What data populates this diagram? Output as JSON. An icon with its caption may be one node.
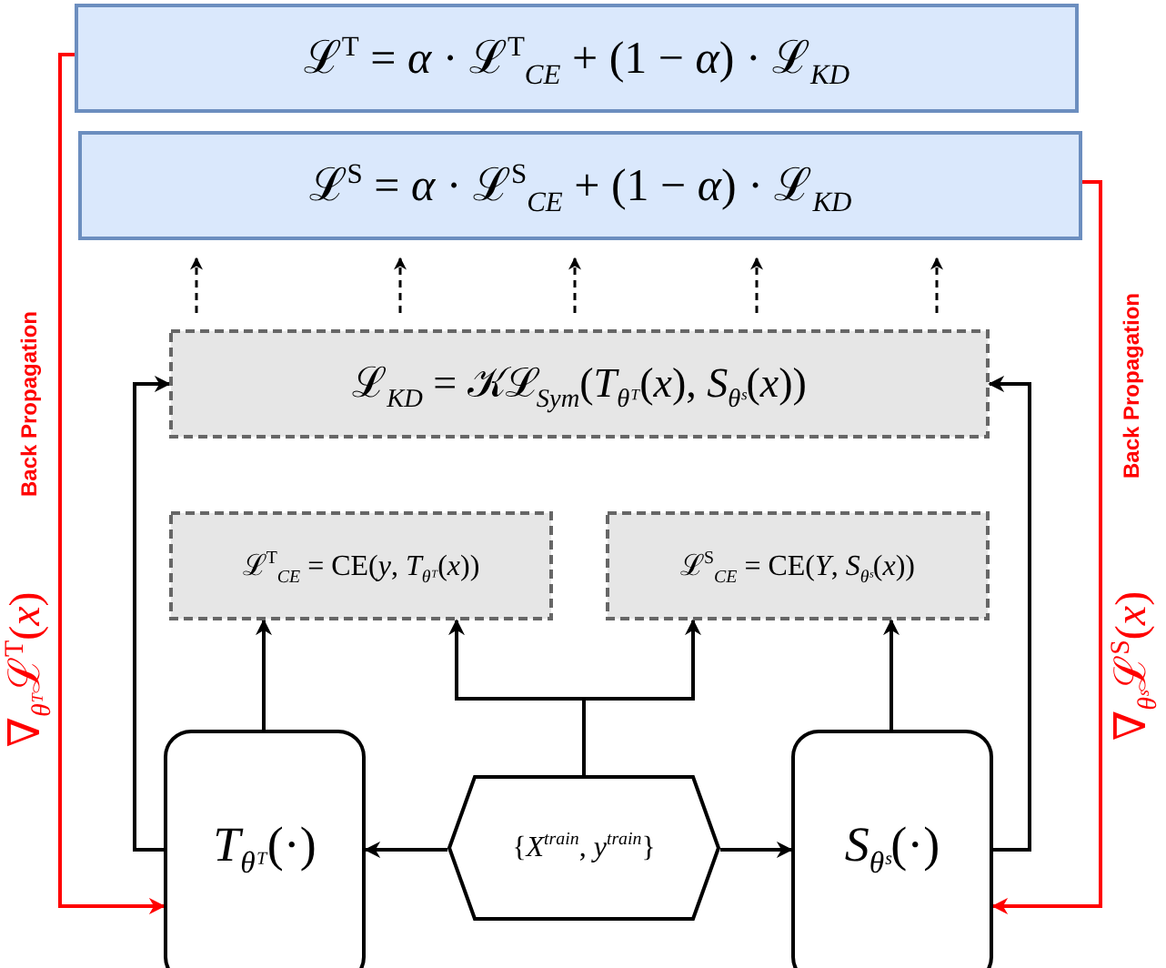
{
  "diagram": {
    "nodes": [
      {
        "text": [
          "ℒ$^{T}$ = *α* · ℒ$^{T}$$_{CE}$ + (1 − *α*) · ℒ$_{KD}$"
        ]
      },
      {
        "text": [
          "ℒ$^{S}$ = *α* · ℒ$^{S}$$_{CE}$ + (1 − *α*) · ℒ$_{KD}$"
        ]
      },
      {
        "text": [
          "ℒ$_{KD}$ = 𝒦ℒ$_{Sym}$(*T*$_{θᵀ}$(*x*), *S*$_{θˢ}$(*x*))"
        ]
      },
      {
        "text": [
          "ℒ$^{T}$$_{CE}$ = CE(*y*, *T*$_{θᵀ}$(*x*))"
        ]
      },
      {
        "text": [
          "ℒ$^{S}$$_{CE}$ = CE(*Y*, *S*$_{θˢ}$(*x*))"
        ]
      },
      {
        "text": [
          "*T*$_{θᵀ}$(·)"
        ]
      },
      {
        "text": [
          "{*X*$^{train}$, *y*$^{train}$}"
        ]
      },
      {
        "text": [
          "*S*$_{θˢ}$(·)"
        ]
      }
    ],
    "edges": [
      {
        "from": 5,
        "to": 2,
        "arrow": "to"
      },
      {
        "from": 7,
        "to": 2,
        "arrow": "to"
      },
      {
        "from": 5,
        "to": 3,
        "arrow": "to"
      },
      {
        "from": 6,
        "to": 3,
        "arrow": "to"
      },
      {
        "from": 6,
        "to": 4,
        "arrow": "to"
      },
      {
        "from": 7,
        "to": 4,
        "arrow": "to"
      },
      {
        "from": 6,
        "to": 5,
        "arrow": "to"
      },
      {
        "from": 6,
        "to": 7,
        "arrow": "to"
      },
      {
        "from": 0,
        "to": 5,
        "arrow": "to",
        "color": "#ff0000"
      },
      {
        "from": 1,
        "to": 7,
        "arrow": "to",
        "color": "#ff0000"
      },
      {
        "from": 2,
        "to": 1,
        "arrow": "to",
        "style": "dashed"
      },
      {
        "from": 2,
        "to": 1,
        "arrow": "to",
        "style": "dashed"
      },
      {
        "from": 2,
        "to": 1,
        "arrow": "to",
        "style": "dashed"
      },
      {
        "from": 2,
        "to": 1,
        "arrow": "to",
        "style": "dashed"
      },
      {
        "from": 2,
        "to": 1,
        "arrow": "to",
        "style": "dashed"
      }
    ],
    "labels": [
      "Back Propagation",
      "∇$_{θᵀ}$ℒ$^{T}$(*x*)",
      "Back Propagation",
      "∇$_{θˢ}$ℒ$^{S}$(*x*)"
    ]
  }
}
